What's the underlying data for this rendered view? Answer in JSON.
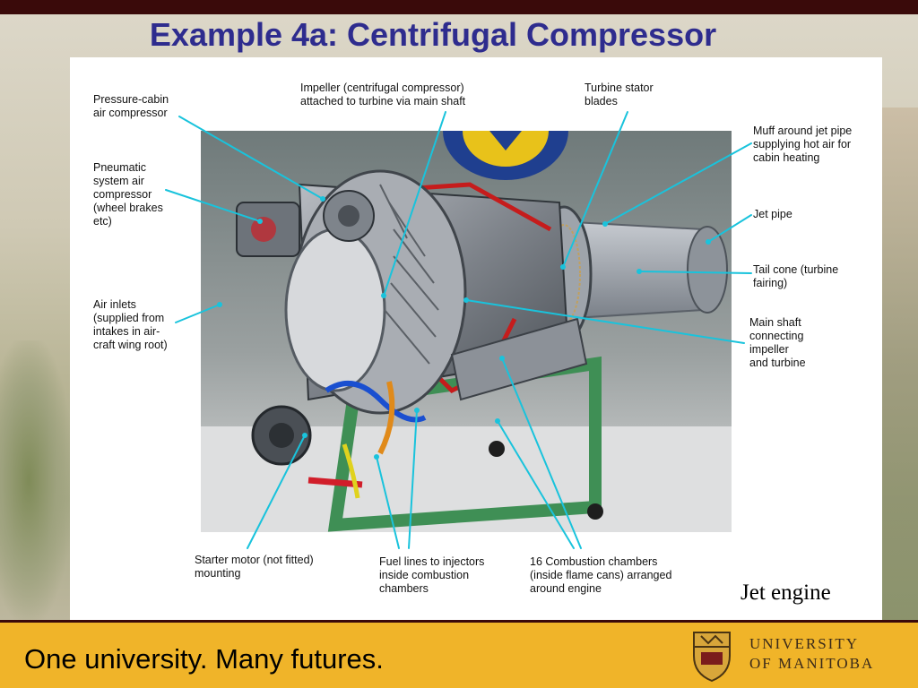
{
  "slide": {
    "title": "Example 4a: Centrifugal Compressor",
    "caption": "Jet engine",
    "tagline": "One university. Many futures.",
    "university_line1": "UNIVERSITY",
    "university_line2": "OF MANITOBA"
  },
  "labels": {
    "pressure_cabin": "Pressure-cabin\nair compressor",
    "impeller": "Impeller (centrifugal compressor)\nattached to turbine via main shaft",
    "turbine_stator": "Turbine stator\nblades",
    "muff": "Muff around jet pipe\nsupplying hot air for\ncabin heating",
    "pneumatic": "Pneumatic\nsystem air\ncompressor\n(wheel brakes\netc)",
    "jet_pipe": "Jet pipe",
    "tail_cone": "Tail cone (turbine\nfairing)",
    "air_inlets": "Air inlets\n(supplied from\nintakes in air-\ncraft wing root)",
    "main_shaft": "Main shaft\nconnecting\nimpeller\nand turbine",
    "starter_motor": "Starter motor (not fitted)\nmounting",
    "fuel_lines": "Fuel lines to injectors\ninside combustion\nchambers",
    "combustion": "16 Combustion chambers\n(inside flame cans) arranged\naround engine"
  },
  "colors": {
    "title": "#2e2c8e",
    "footer": "#f0b429",
    "top_bar": "#3a0a0a",
    "leader_line": "#19c3dc"
  }
}
